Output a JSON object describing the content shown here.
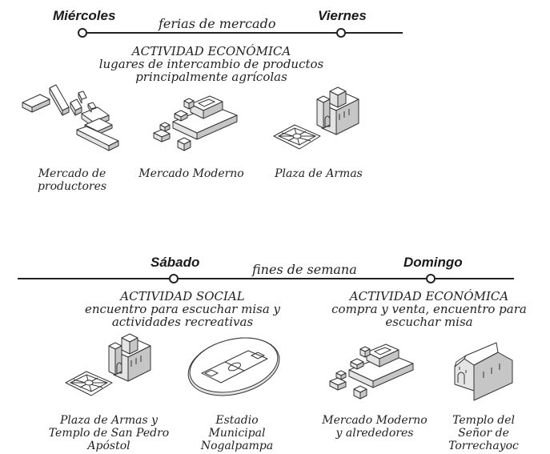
{
  "top": {
    "day_left": "Miércoles",
    "day_right": "Viernes",
    "timeline_label": "ferias de mercado",
    "section": {
      "title": "ACTIVIDAD ECONÓMICA",
      "line1": "lugares de intercambio de productos",
      "line2": "principalmente agrícolas"
    },
    "places": [
      {
        "line1": "Mercado de",
        "line2": "productores",
        "icon": "market-blocks-icon"
      },
      {
        "line1": "Mercado Moderno",
        "line2": "",
        "icon": "modern-market-icon"
      },
      {
        "line1": "Plaza de Armas",
        "line2": "",
        "icon": "plaza-church-icon"
      }
    ]
  },
  "bottom": {
    "day_left": "Sábado",
    "day_right": "Domingo",
    "timeline_label": "fines de semana",
    "left_section": {
      "title": "ACTIVIDAD SOCIAL",
      "line1": "encuentro para escuchar misa y",
      "line2": "actividades recreativas"
    },
    "right_section": {
      "title": "ACTIVIDAD ECONÓMICA",
      "line1": "compra y venta, encuentro para",
      "line2": "escuchar misa"
    },
    "places": [
      {
        "line1": "Plaza de Armas y",
        "line2": "Templo de San Pedro",
        "line3": "Apóstol",
        "icon": "plaza-church-icon"
      },
      {
        "line1": "Estadio",
        "line2": "Municipal",
        "line3": "Nogalpampa",
        "icon": "stadium-icon"
      },
      {
        "line1": "Mercado Moderno",
        "line2": "y alrededores",
        "line3": "",
        "icon": "modern-market-icon"
      },
      {
        "line1": "Templo del",
        "line2": "Señor de",
        "line3": "Torrechayoc",
        "icon": "chapel-icon"
      }
    ]
  }
}
